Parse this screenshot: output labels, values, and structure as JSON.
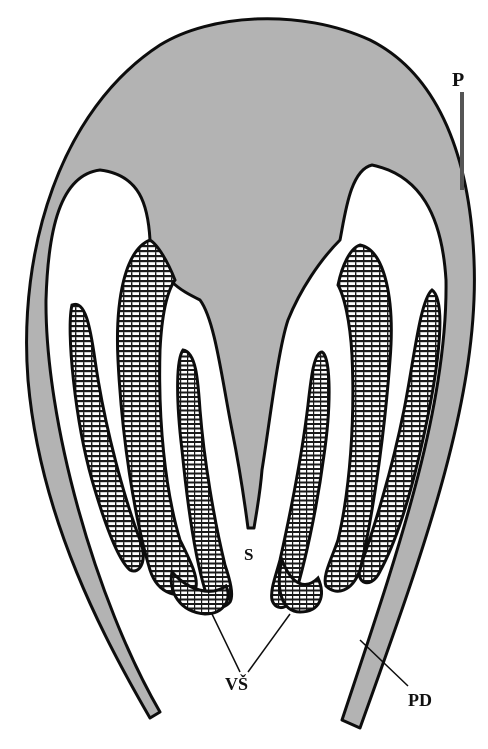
{
  "labels": {
    "p": "P",
    "s": "S",
    "vs": "VŠ",
    "pd": "PD"
  },
  "colors": {
    "background": "#ffffff",
    "fill_gray": "#b3b3b3",
    "outline": "#0d0d0d",
    "stripes": "#1a1a1a"
  }
}
